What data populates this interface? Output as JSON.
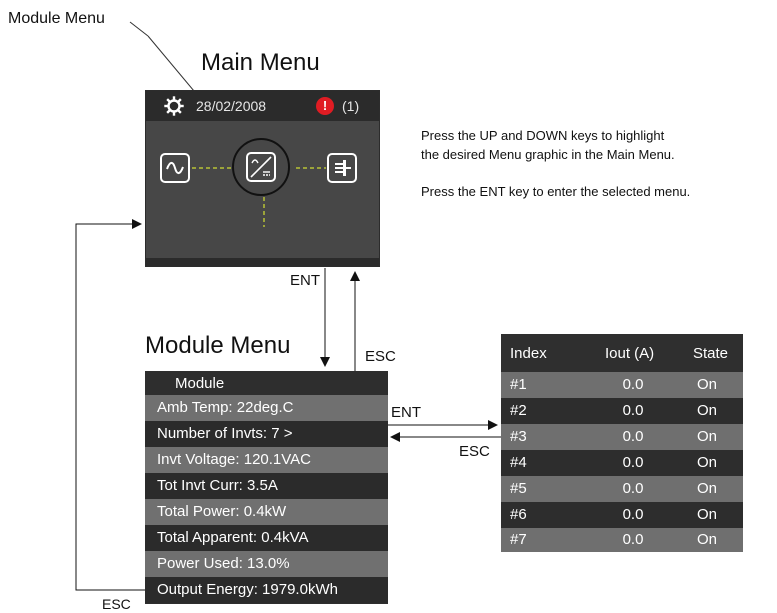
{
  "labels": {
    "module_menu_callout": "Module Menu",
    "main_menu_title": "Main Menu",
    "module_menu_title": "Module Menu",
    "ent_down": "ENT",
    "esc_up": "ESC",
    "ent_right": "ENT",
    "esc_left": "ESC",
    "esc_bottom": "ESC"
  },
  "main_screen": {
    "date": "28/02/2008",
    "alarm_count": "(1)",
    "alert_symbol": "!",
    "icons": [
      "gear-icon",
      "ac-sine-icon",
      "inverter-module-icon",
      "distribution-panel-icon"
    ]
  },
  "instructions": {
    "line1": "Press the UP and DOWN keys to highlight",
    "line2": "the desired Menu graphic in the Main Menu.",
    "line3": "Press the ENT key to enter the selected menu."
  },
  "module_menu": {
    "header": "Module",
    "items": [
      "Amb Temp: 22deg.C",
      "Number of Invts: 7 >",
      "Invt Voltage: 120.1VAC",
      "Tot Invt Curr: 3.5A",
      "Total Power: 0.4kW",
      "Total Apparent: 0.4kVA",
      "Power Used: 13.0%",
      "Output Energy: 1979.0kWh"
    ]
  },
  "inverter_table": {
    "headers": [
      "Index",
      "Iout (A)",
      "State"
    ],
    "rows": [
      [
        "#1",
        "0.0",
        "On"
      ],
      [
        "#2",
        "0.0",
        "On"
      ],
      [
        "#3",
        "0.0",
        "On"
      ],
      [
        "#4",
        "0.0",
        "On"
      ],
      [
        "#5",
        "0.0",
        "On"
      ],
      [
        "#6",
        "0.0",
        "On"
      ],
      [
        "#7",
        "0.0",
        "On"
      ]
    ]
  },
  "colors": {
    "screen_bg": "#474747",
    "screen_header": "#2b2b2b",
    "connector": "#b7c236",
    "alert": "#e01c23",
    "row_light": "#707070",
    "row_dark": "#2b2b2b"
  }
}
